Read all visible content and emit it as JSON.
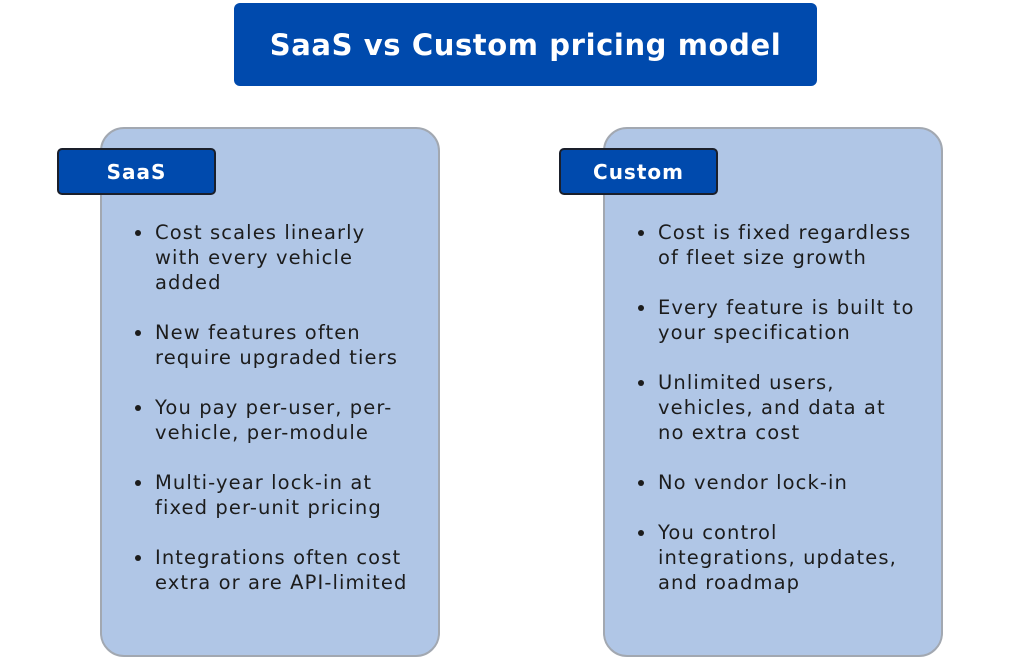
{
  "title": "SaaS vs Custom pricing model",
  "colors": {
    "title_bg": "#004aad",
    "tab_bg": "#004aad",
    "card_bg": "#b0c6e6",
    "card_border": "#a2a8b1",
    "text": "#1c1c1c"
  },
  "columns": [
    {
      "label": "SaaS",
      "bullets": [
        "Cost scales linearly with every vehicle added",
        "New features often require upgraded tiers",
        "You pay per-user, per-vehicle, per-module",
        "Multi-year lock-in at fixed per-unit pricing",
        "Integrations often cost extra or are API-limited"
      ]
    },
    {
      "label": "Custom",
      "bullets": [
        "Cost is fixed regardless of fleet size growth",
        "Every feature is built to your specification",
        "Unlimited users, vehicles, and data at no extra cost",
        "No vendor lock-in",
        "You control integrations, updates, and roadmap"
      ]
    }
  ]
}
